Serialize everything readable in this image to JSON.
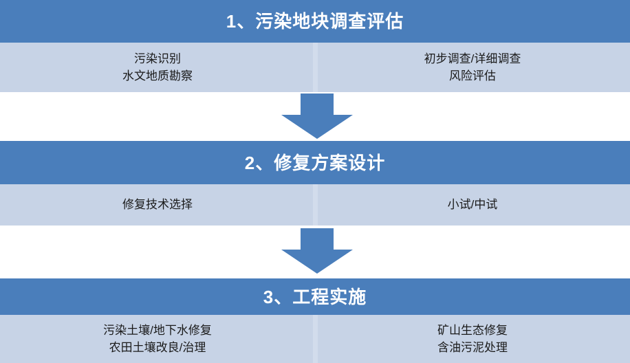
{
  "theme": {
    "header_bg": "#4a7ebb",
    "body_bg": "#c7d3e6",
    "divider": "#d2dcec",
    "header_text": "#ffffff",
    "body_text": "#1a1a1a",
    "arrow_fill": "#4a7ebb",
    "page_bg": "#ffffff"
  },
  "diagram": {
    "type": "vertical-process-flow",
    "stage_count": 3,
    "connector_count": 2,
    "connector_icon": "down-arrow-icon"
  },
  "stages": [
    {
      "number": "1",
      "title": "1、污染地块调查评估",
      "columns": [
        {
          "items": [
            "污染识别",
            "水文地质勘察"
          ]
        },
        {
          "items": [
            "初步调查/详细调查",
            "风险评估"
          ]
        }
      ]
    },
    {
      "number": "2",
      "title": "2、修复方案设计",
      "columns": [
        {
          "items": [
            "修复技术选择"
          ]
        },
        {
          "items": [
            "小试/中试"
          ]
        }
      ]
    },
    {
      "number": "3",
      "title": "3、工程实施",
      "columns": [
        {
          "items": [
            "污染土壤/地下水修复",
            "农田土壤改良/治理"
          ]
        },
        {
          "items": [
            "矿山生态修复",
            "含油污泥处理"
          ]
        }
      ]
    }
  ]
}
